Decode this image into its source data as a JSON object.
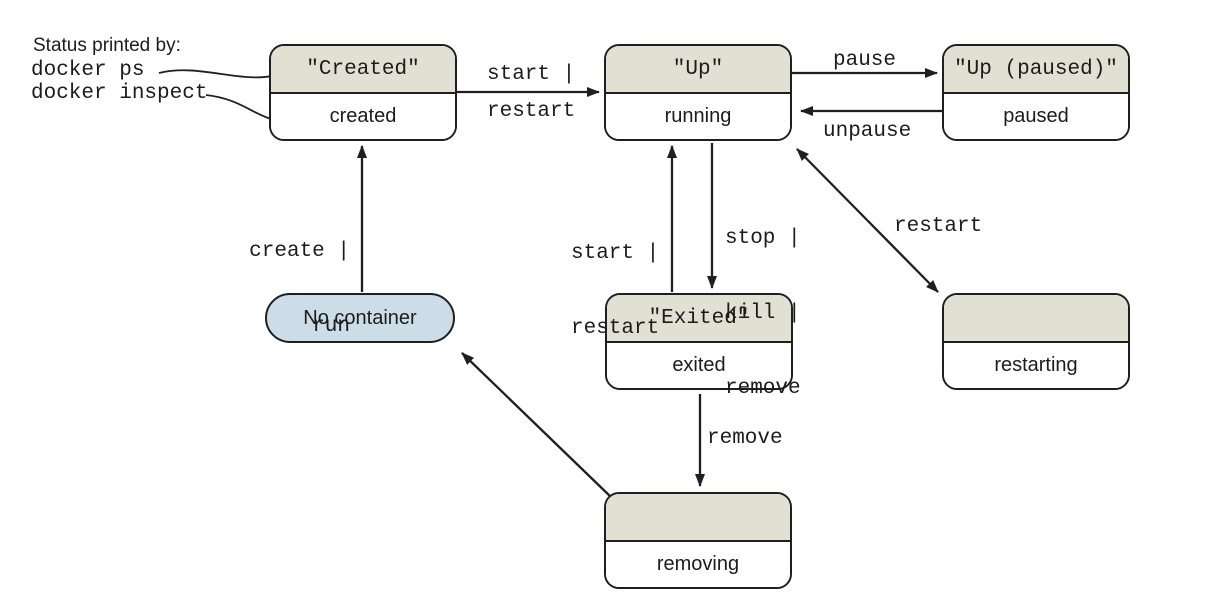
{
  "colors": {
    "box_header_fill": "#e1e1d3",
    "box_body_fill": "#ffffff",
    "pill_fill": "#cddde7",
    "line": "#1f1f1f",
    "text": "#1c1c1c",
    "background": "#ffffff"
  },
  "annotation": {
    "title": "Status printed by:",
    "command1": "docker ps",
    "command2": "docker inspect"
  },
  "no_container": {
    "label": "No container"
  },
  "states": {
    "created": {
      "status": "\"Created\"",
      "name": "created"
    },
    "running": {
      "status": "\"Up\"",
      "name": "running"
    },
    "paused": {
      "status": "\"Up (paused)\"",
      "name": "paused"
    },
    "exited": {
      "status": "\"Exited\"",
      "name": "exited"
    },
    "restarting": {
      "status": "",
      "name": "restarting"
    },
    "removing": {
      "status": "",
      "name": "removing"
    }
  },
  "transitions": {
    "create_run": {
      "line1": "create |",
      "line2": "run"
    },
    "start_restart_top": {
      "line1": "start |",
      "line2": "restart"
    },
    "pause": {
      "label": "pause"
    },
    "unpause": {
      "label": "unpause"
    },
    "start_restart_mid": {
      "line1": "start |",
      "line2": "restart"
    },
    "stop_kill_remove": {
      "line1": "stop |",
      "line2": "kill |",
      "line3": "remove"
    },
    "restart": {
      "label": "restart"
    },
    "remove": {
      "label": "remove"
    }
  }
}
